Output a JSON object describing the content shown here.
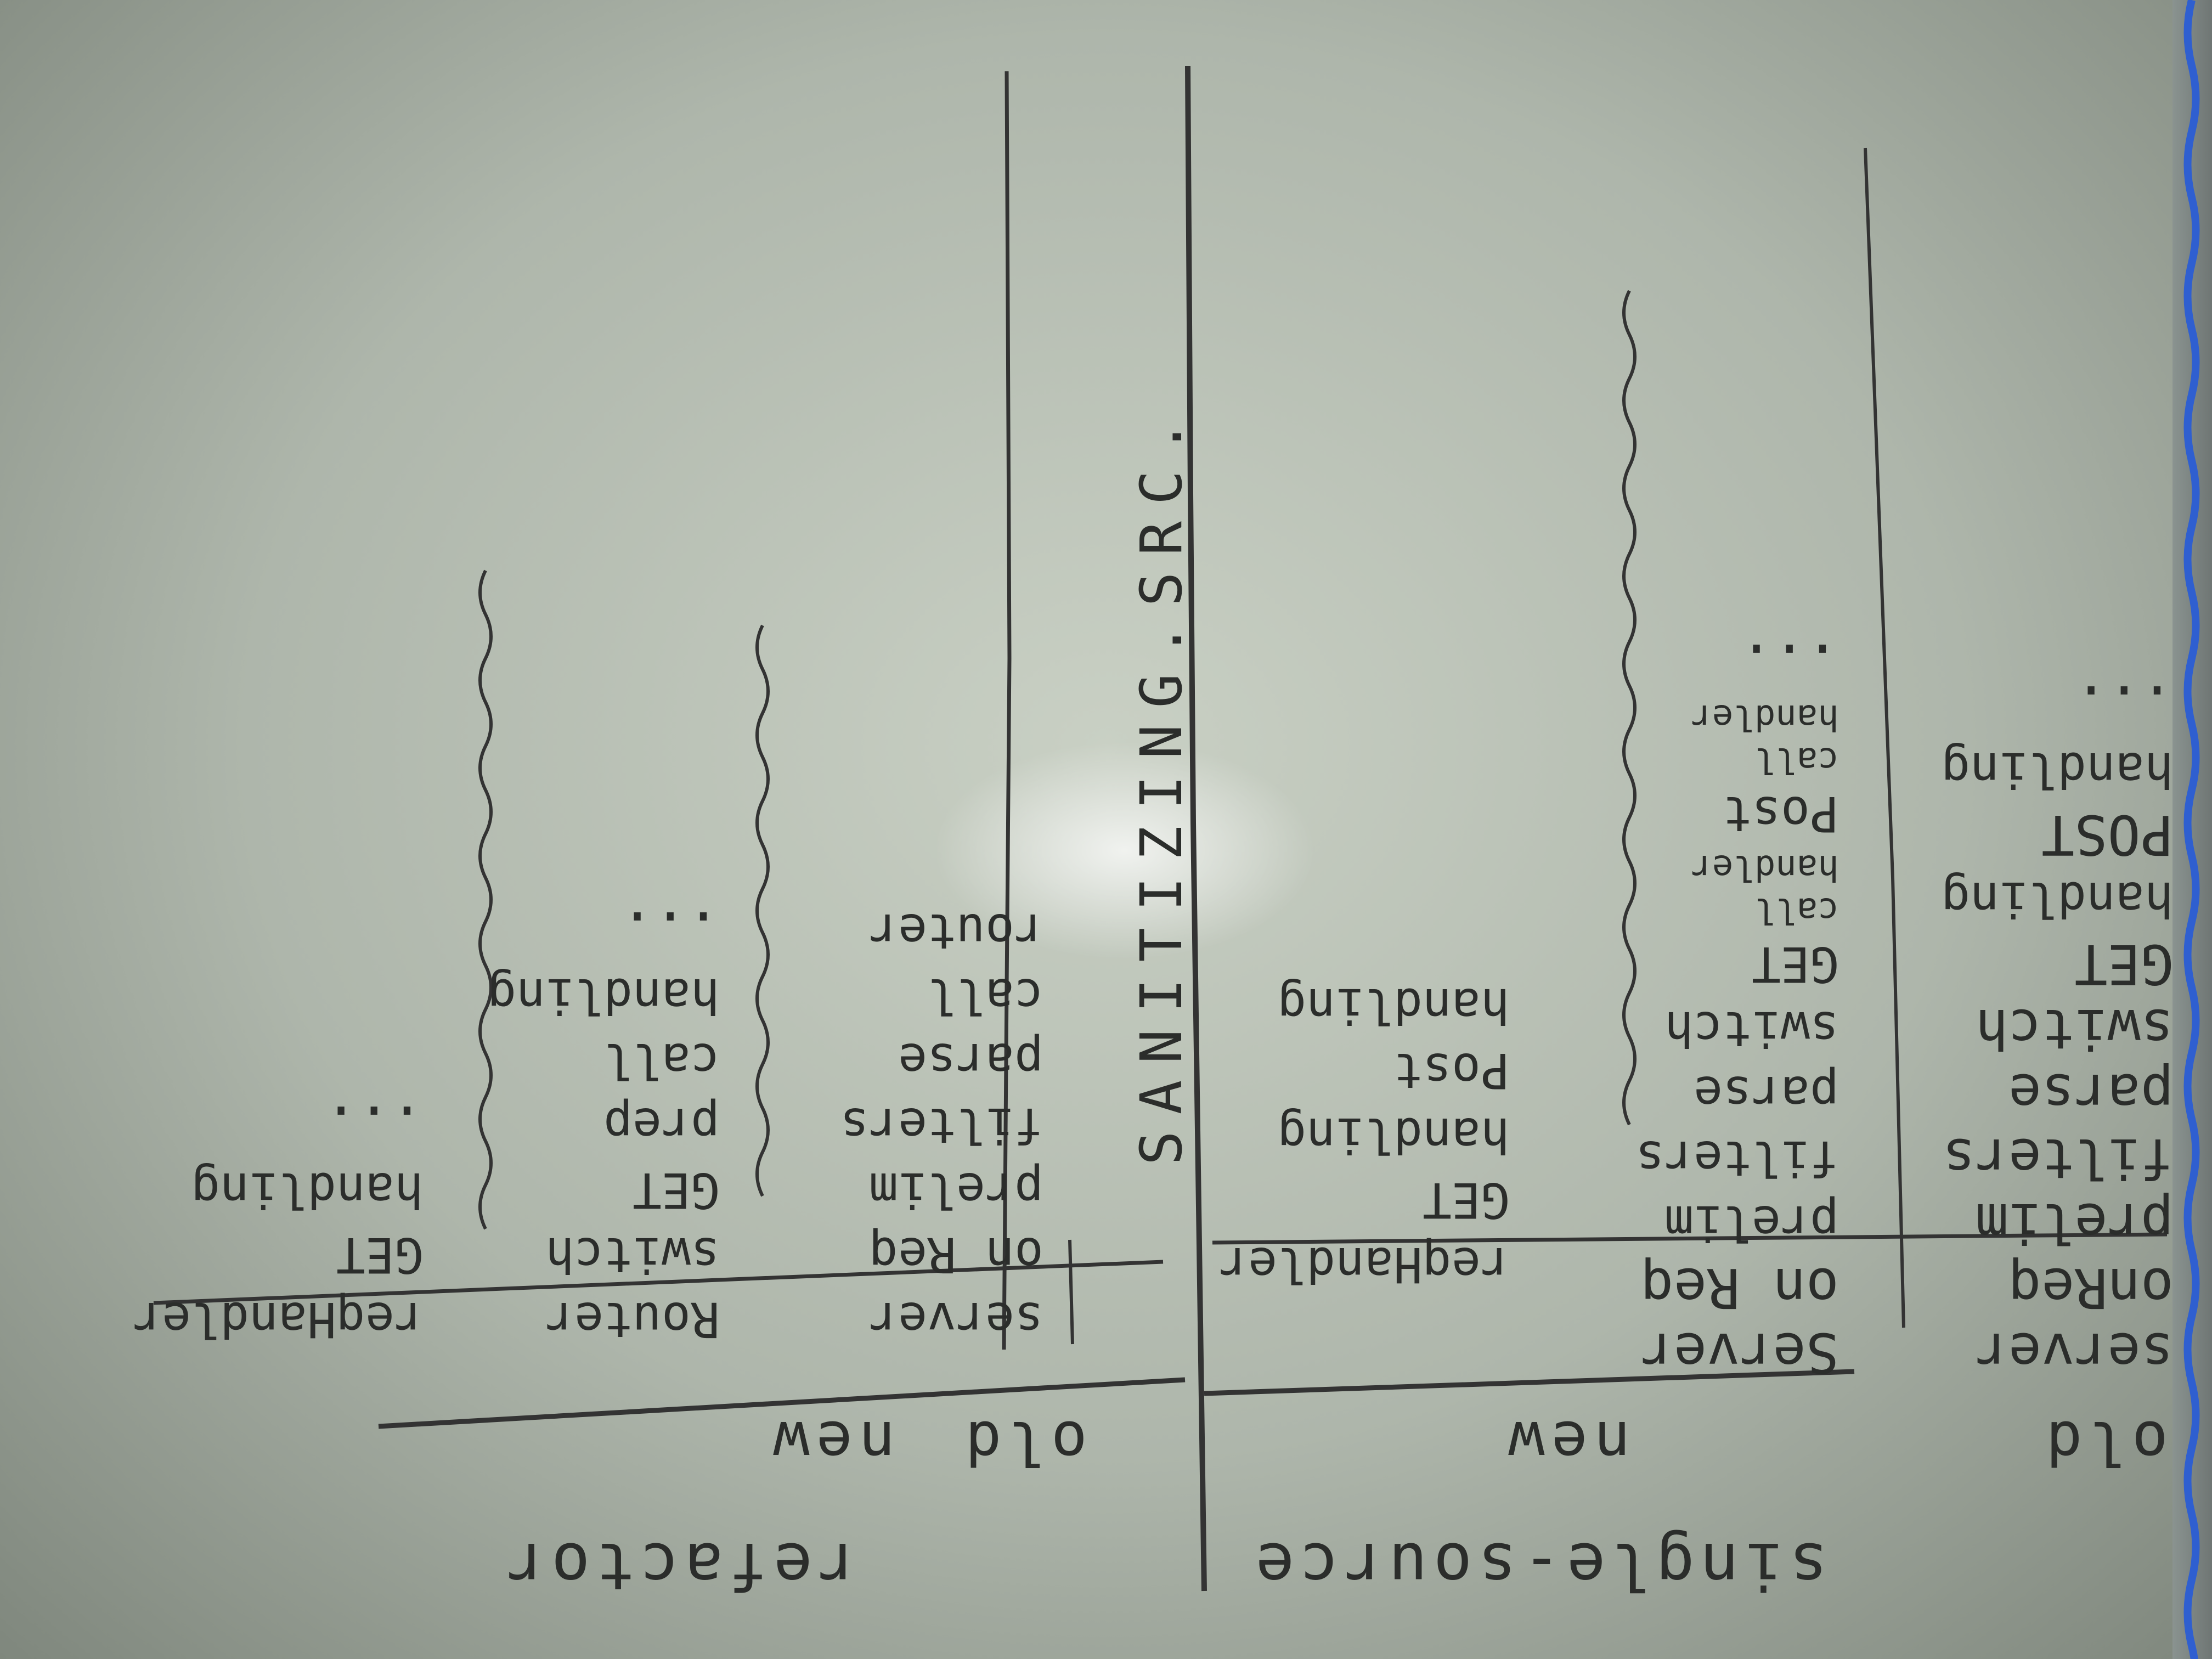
{
  "sections": {
    "left_title": "single-source",
    "right_title": "refactor"
  },
  "single_source": {
    "old": {
      "header": "old",
      "items": [
        "server",
        "onReq",
        "prelim",
        "filters",
        "parse",
        "switch",
        "GET",
        "handling",
        "POST",
        "handling",
        "..."
      ]
    },
    "new": {
      "header": "new",
      "items": [
        "Server",
        "on Req",
        "prelim",
        "filters",
        "parse",
        "switch",
        "GET",
        "call",
        "handler",
        "Post",
        "call",
        "handler",
        "..."
      ]
    },
    "handler": {
      "items": [
        "reqHandler",
        "GET",
        "handling",
        "Post",
        "handling"
      ]
    }
  },
  "divider_text": "SANITIZING.SRC.",
  "refactor": {
    "old": {
      "header": "old",
      "items": [
        "server",
        "on Req",
        "prelim",
        "filters",
        "parse",
        "call",
        "router"
      ]
    },
    "new": {
      "header": "new",
      "router_items": [
        "Router",
        "switch",
        "GET",
        "prep",
        "call",
        "handling",
        "..."
      ],
      "handler_items": [
        "reqHandler",
        "GET",
        "handling",
        "..."
      ]
    }
  }
}
